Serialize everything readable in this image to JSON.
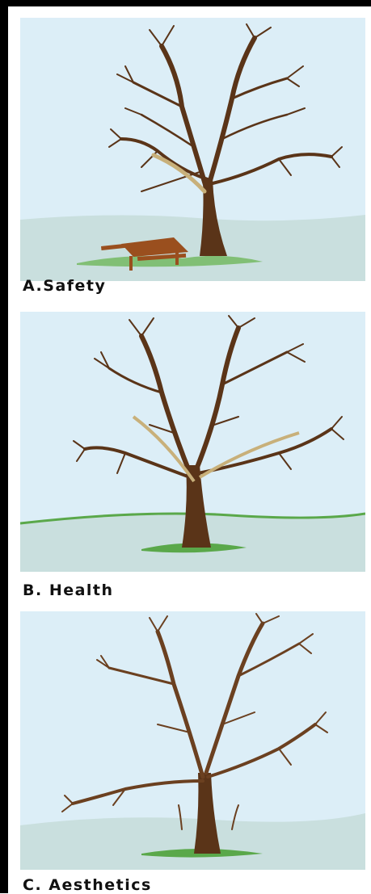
{
  "panels": [
    {
      "id": "safety",
      "label": "A.Safety"
    },
    {
      "id": "health",
      "label": "B. Health"
    },
    {
      "id": "aesthetics",
      "label": "C. Aesthetics"
    }
  ],
  "colors": {
    "sky": "#dceef7",
    "ground": "#c6dedd",
    "grass": "#5aa84a",
    "trunk": "#5a3418",
    "dead_branch": "#c8b07a",
    "bench": "#9a4f1e"
  }
}
